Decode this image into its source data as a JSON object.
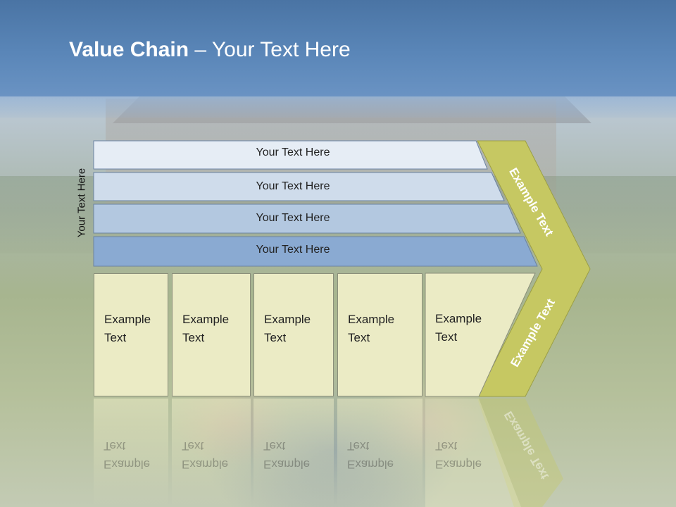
{
  "title": {
    "bold": "Value Chain",
    "rest": " – Your Text Here"
  },
  "side_label": "Your Text Here",
  "rows": [
    {
      "label": "Your Text Here",
      "fill": "#e6edf5"
    },
    {
      "label": "Your Text Here",
      "fill": "#cfdceb"
    },
    {
      "label": "Your Text Here",
      "fill": "#b3c8e0"
    },
    {
      "label": "Your Text Here",
      "fill": "#8aaad2"
    }
  ],
  "boxes": [
    {
      "text": "Example Text"
    },
    {
      "text": "Example Text"
    },
    {
      "text": "Example Text"
    },
    {
      "text": "Example Text"
    },
    {
      "text": "Example Text"
    }
  ],
  "chevron": {
    "top_label": "Example Text",
    "bottom_label": "Example Text",
    "color": "#c6c862"
  },
  "colors": {
    "header": "#5a86b8",
    "box_fill": "#ebebc5"
  }
}
